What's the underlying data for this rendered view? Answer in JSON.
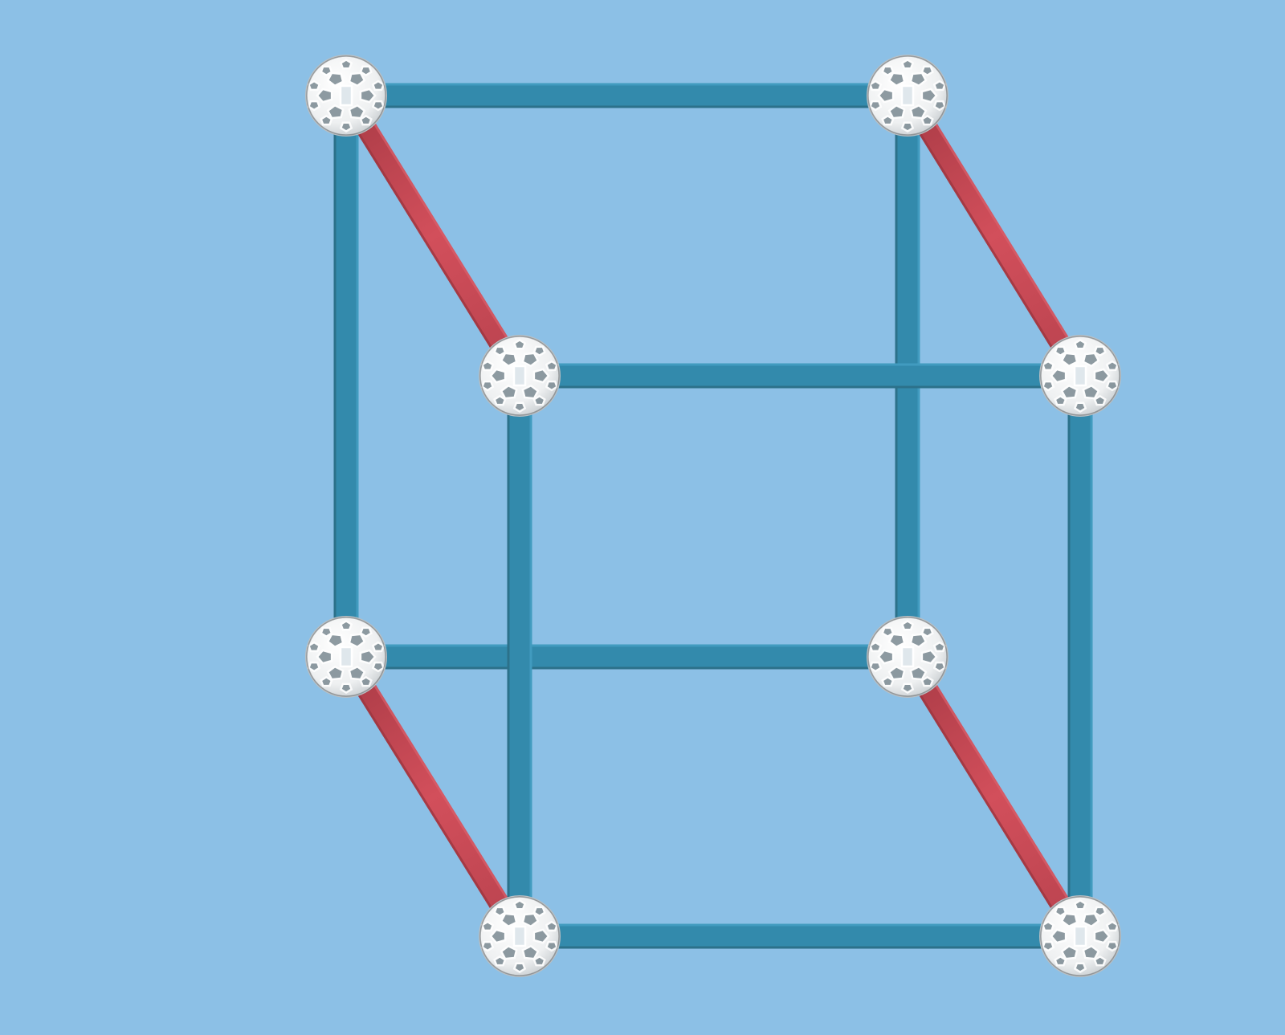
{
  "scene": {
    "background_color": "#8cc0e6",
    "strut_color_blue": "#338aac",
    "strut_color_red": "#c94a56",
    "ball_color": "#f2f4f5",
    "ball_edge_color": "#5f6466"
  },
  "nodes": [
    {
      "id": "back-top-left"
    },
    {
      "id": "back-top-right"
    },
    {
      "id": "front-top-left"
    },
    {
      "id": "front-top-right"
    },
    {
      "id": "back-bottom-left"
    },
    {
      "id": "back-bottom-right"
    },
    {
      "id": "front-bottom-left"
    },
    {
      "id": "front-bottom-right"
    }
  ],
  "struts": [
    {
      "from": "back-top-left",
      "to": "back-top-right",
      "color": "blue"
    },
    {
      "from": "back-top-left",
      "to": "back-bottom-left",
      "color": "blue"
    },
    {
      "from": "back-top-right",
      "to": "back-bottom-right",
      "color": "blue"
    },
    {
      "from": "back-bottom-left",
      "to": "back-bottom-right",
      "color": "blue"
    },
    {
      "from": "front-top-left",
      "to": "front-top-right",
      "color": "blue"
    },
    {
      "from": "front-top-left",
      "to": "front-bottom-left",
      "color": "blue"
    },
    {
      "from": "front-top-right",
      "to": "front-bottom-right",
      "color": "blue"
    },
    {
      "from": "front-bottom-left",
      "to": "front-bottom-right",
      "color": "blue"
    },
    {
      "from": "back-top-left",
      "to": "front-top-left",
      "color": "red"
    },
    {
      "from": "back-top-right",
      "to": "front-top-right",
      "color": "red"
    },
    {
      "from": "back-bottom-left",
      "to": "front-bottom-left",
      "color": "red"
    },
    {
      "from": "back-bottom-right",
      "to": "front-bottom-right",
      "color": "red"
    }
  ]
}
